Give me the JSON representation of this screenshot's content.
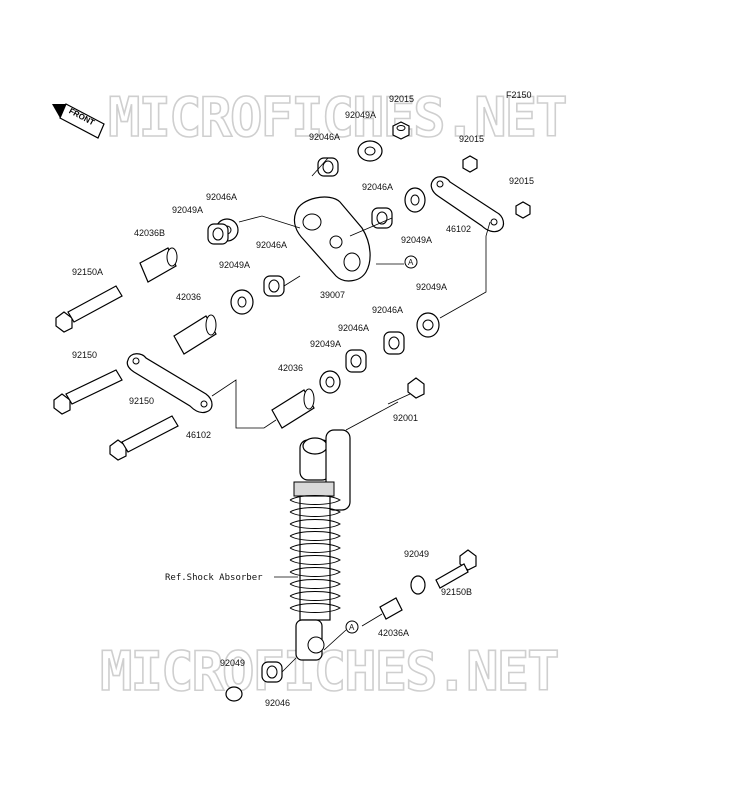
{
  "diagram_code": "F2150",
  "watermark_text": "MICROFICHES.NET",
  "front_label": "FRONT",
  "reference_label": "Ref.Shock Absorber",
  "marker": "A",
  "part_labels": {
    "p_92015_top": "92015",
    "p_92049A_top": "92049A",
    "p_92046A_top": "92046A",
    "p_92015_mid": "92015",
    "p_92015_right": "92015",
    "p_92046A_upper": "92046A",
    "p_92049A_upper": "92049A",
    "p_46102_right": "46102",
    "p_92046A_left": "92046A",
    "p_92049A_left": "92049A",
    "p_42036B": "42036B",
    "p_92046A_center": "92046A",
    "p_92049A_center": "92049A",
    "p_39007": "39007",
    "p_92049A_right": "92049A",
    "p_92150A": "92150A",
    "p_42036_upper": "42036",
    "p_92046A_lower": "92046A",
    "p_92046A_lower2": "92046A",
    "p_92049A_lower": "92049A",
    "p_92150_upper": "92150",
    "p_42036_lower": "42036",
    "p_92150_lower": "92150",
    "p_46102_left": "46102",
    "p_92001": "92001",
    "p_92049_right": "92049",
    "p_92150B": "92150B",
    "p_42036A": "42036A",
    "p_92049_left": "92049",
    "p_92046": "92046"
  },
  "colors": {
    "ink": "#000000",
    "watermark": "#cfcfcf",
    "background": "#ffffff"
  }
}
